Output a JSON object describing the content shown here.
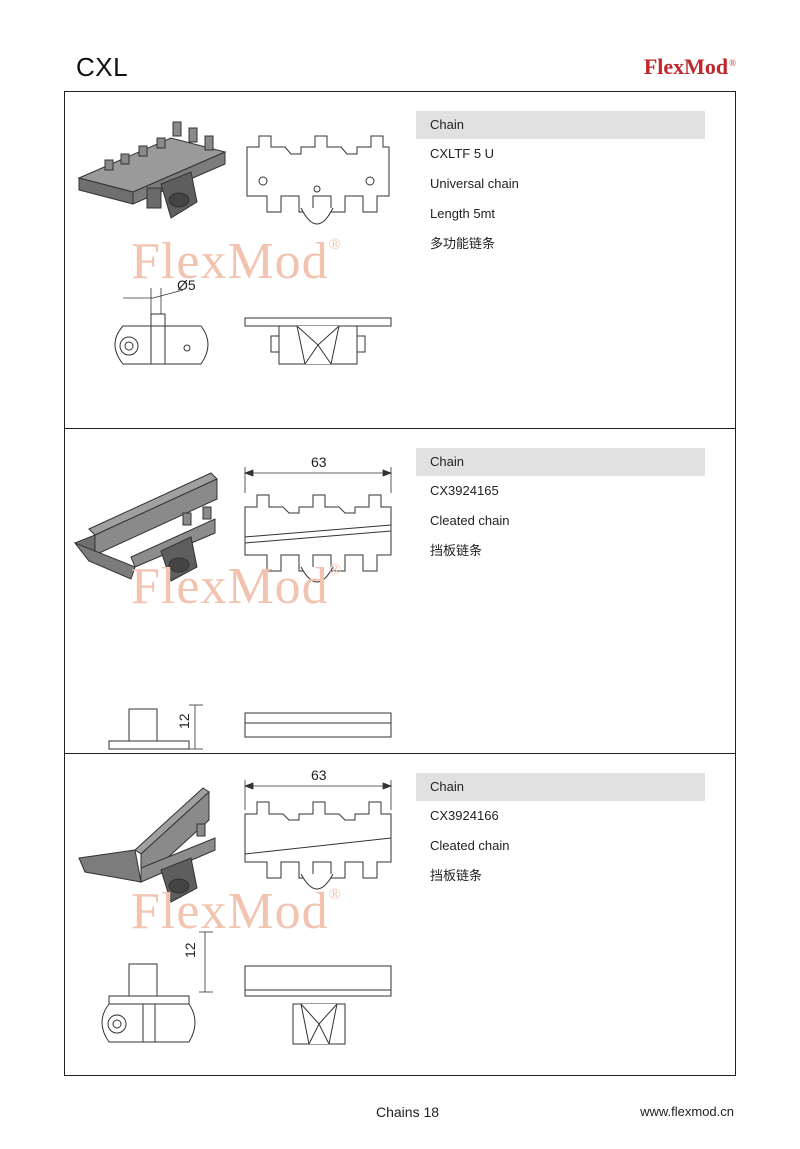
{
  "header": {
    "series": "CXL",
    "brand": "FlexMod",
    "brand_mark": "®"
  },
  "watermark": {
    "text": "FlexMod",
    "mark": "®"
  },
  "products": [
    {
      "heading": "Chain",
      "lines": [
        "CXLTF 5 U",
        "Universal chain",
        "Length 5mt",
        "多功能链条"
      ],
      "dimensions": {
        "diameter": "Ø5"
      }
    },
    {
      "heading": "Chain",
      "lines": [
        "CX3924165",
        "Cleated chain",
        "挡板链条"
      ],
      "dimensions": {
        "width": "63",
        "height": "12"
      }
    },
    {
      "heading": "Chain",
      "lines": [
        "CX3924166",
        "Cleated chain",
        "挡板链条"
      ],
      "dimensions": {
        "width": "63",
        "height": "12"
      }
    }
  ],
  "footer": {
    "page": "Chains 18",
    "website": "www.flexmod.cn"
  }
}
